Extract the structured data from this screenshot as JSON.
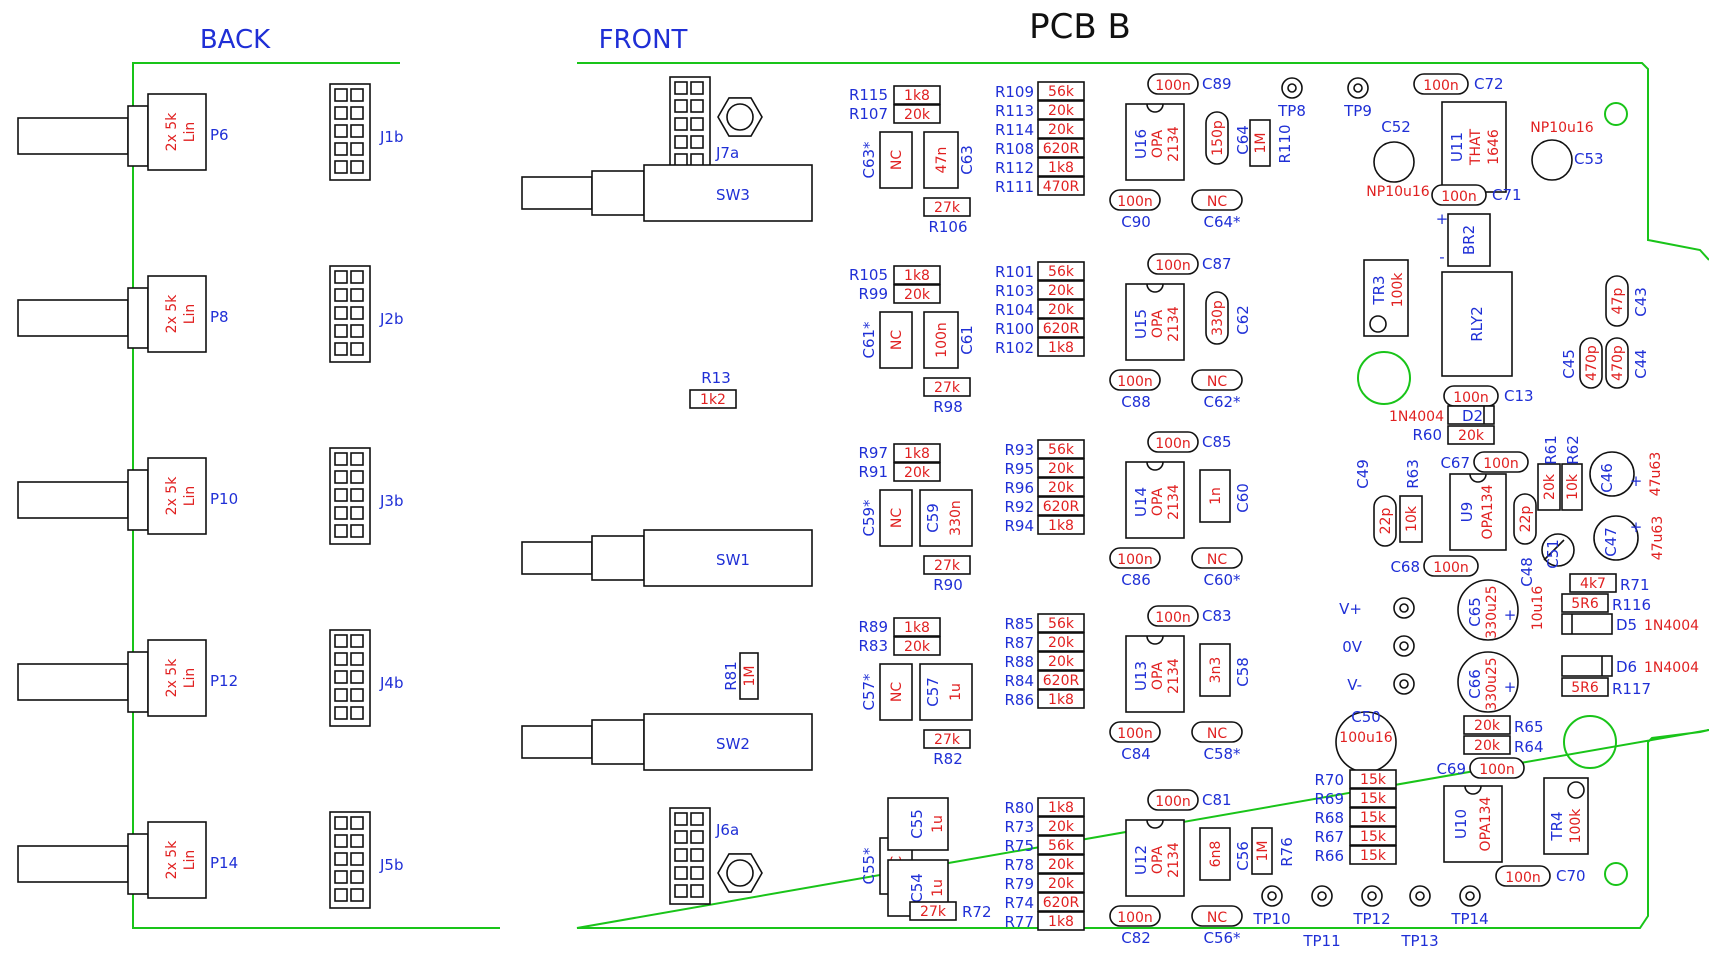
{
  "title": "PCB B",
  "headers": {
    "back": "BACK",
    "front": "FRONT"
  },
  "pots": [
    {
      "ref": "P6",
      "value": "2x 5k",
      "taper": "Lin"
    },
    {
      "ref": "P8",
      "value": "2x 5k",
      "taper": "Lin"
    },
    {
      "ref": "P10",
      "value": "2x 5k",
      "taper": "Lin"
    },
    {
      "ref": "P12",
      "value": "2x 5k",
      "taper": "Lin"
    },
    {
      "ref": "P14",
      "value": "2x 5k",
      "taper": "Lin"
    }
  ],
  "back_headers": [
    "J1b",
    "J2b",
    "J3b",
    "J4b",
    "J5b"
  ],
  "front_headers": [
    "J7a",
    "J6a"
  ],
  "switches": [
    "SW3",
    "SW1",
    "SW2"
  ],
  "loose": [
    {
      "ref": "R13",
      "value": "1k2"
    },
    {
      "ref": "R81",
      "value": "1M"
    }
  ],
  "channels": [
    {
      "pair": [
        {
          "ref": "R115",
          "value": "1k8"
        },
        {
          "ref": "R107",
          "value": "20k"
        }
      ],
      "cap_nc": {
        "ref": "C63*",
        "value": "NC"
      },
      "cap_main": {
        "ref": "C63",
        "value": "47n"
      },
      "r_bottom": {
        "ref": "R106",
        "value": "27k"
      },
      "stack": [
        {
          "ref": "R109",
          "value": "56k"
        },
        {
          "ref": "R113",
          "value": "20k"
        },
        {
          "ref": "R114",
          "value": "20k"
        },
        {
          "ref": "R108",
          "value": "620R"
        },
        {
          "ref": "R112",
          "value": "1k8"
        },
        {
          "ref": "R111",
          "value": "470R"
        }
      ],
      "opamp": {
        "ref": "U16",
        "l1": "OPA",
        "l2": "2134"
      },
      "c_top": {
        "ref": "C89",
        "value": "100n"
      },
      "c_bot": {
        "ref": "C90",
        "value": "100n"
      },
      "c_nc": {
        "ref": "C64*",
        "value": "NC"
      },
      "c_side": {
        "ref": "C64",
        "value": "150p"
      },
      "extra": {
        "ref": "R110",
        "value": "1M"
      }
    },
    {
      "pair": [
        {
          "ref": "R105",
          "value": "1k8"
        },
        {
          "ref": "R99",
          "value": "20k"
        }
      ],
      "cap_nc": {
        "ref": "C61*",
        "value": "NC"
      },
      "cap_main": {
        "ref": "C61",
        "value": "100n"
      },
      "r_bottom": {
        "ref": "R98",
        "value": "27k"
      },
      "stack": [
        {
          "ref": "R101",
          "value": "56k"
        },
        {
          "ref": "R103",
          "value": "20k"
        },
        {
          "ref": "R104",
          "value": "20k"
        },
        {
          "ref": "R100",
          "value": "620R"
        },
        {
          "ref": "R102",
          "value": "1k8"
        }
      ],
      "opamp": {
        "ref": "U15",
        "l1": "OPA",
        "l2": "2134"
      },
      "c_top": {
        "ref": "C87",
        "value": "100n"
      },
      "c_bot": {
        "ref": "C88",
        "value": "100n"
      },
      "c_nc": {
        "ref": "C62*",
        "value": "NC"
      },
      "c_side": {
        "ref": "C62",
        "value": "330p"
      }
    },
    {
      "pair": [
        {
          "ref": "R97",
          "value": "1k8"
        },
        {
          "ref": "R91",
          "value": "20k"
        }
      ],
      "cap_nc": {
        "ref": "C59*",
        "value": "NC"
      },
      "cap_main": {
        "ref": "C59",
        "value": "330n"
      },
      "r_bottom": {
        "ref": "R90",
        "value": "27k"
      },
      "stack": [
        {
          "ref": "R93",
          "value": "56k"
        },
        {
          "ref": "R95",
          "value": "20k"
        },
        {
          "ref": "R96",
          "value": "20k"
        },
        {
          "ref": "R92",
          "value": "620R"
        },
        {
          "ref": "R94",
          "value": "1k8"
        }
      ],
      "opamp": {
        "ref": "U14",
        "l1": "OPA",
        "l2": "2134"
      },
      "c_top": {
        "ref": "C85",
        "value": "100n"
      },
      "c_bot": {
        "ref": "C86",
        "value": "100n"
      },
      "c_nc": {
        "ref": "C60*",
        "value": "NC"
      },
      "c_side": {
        "ref": "C60",
        "value": "1n"
      }
    },
    {
      "pair": [
        {
          "ref": "R89",
          "value": "1k8"
        },
        {
          "ref": "R83",
          "value": "20k"
        }
      ],
      "cap_nc": {
        "ref": "C57*",
        "value": "NC"
      },
      "cap_main": {
        "ref": "C57",
        "value": "1u"
      },
      "r_bottom": {
        "ref": "R82",
        "value": "27k"
      },
      "stack": [
        {
          "ref": "R85",
          "value": "56k"
        },
        {
          "ref": "R87",
          "value": "20k"
        },
        {
          "ref": "R88",
          "value": "20k"
        },
        {
          "ref": "R84",
          "value": "620R"
        },
        {
          "ref": "R86",
          "value": "1k8"
        }
      ],
      "opamp": {
        "ref": "U13",
        "l1": "OPA",
        "l2": "2134"
      },
      "c_top": {
        "ref": "C83",
        "value": "100n"
      },
      "c_bot": {
        "ref": "C84",
        "value": "100n"
      },
      "c_nc": {
        "ref": "C58*",
        "value": "NC"
      },
      "c_side": {
        "ref": "C58",
        "value": "3n3"
      }
    },
    {
      "cap_nc": {
        "ref": "C55*",
        "value": "NC"
      },
      "cap_main": {
        "ref": "C55",
        "value": "1u"
      },
      "cap_main2": {
        "ref": "C54",
        "value": "1u"
      },
      "r_bottom": {
        "ref": "R72",
        "value": "27k"
      },
      "stack": [
        {
          "ref": "R80",
          "value": "1k8"
        },
        {
          "ref": "R73",
          "value": "20k"
        },
        {
          "ref": "R75",
          "value": "56k"
        },
        {
          "ref": "R78",
          "value": "20k"
        },
        {
          "ref": "R79",
          "value": "20k"
        },
        {
          "ref": "R74",
          "value": "620R"
        },
        {
          "ref": "R77",
          "value": "1k8"
        }
      ],
      "opamp": {
        "ref": "U12",
        "l1": "OPA",
        "l2": "2134"
      },
      "c_top": {
        "ref": "C81",
        "value": "100n"
      },
      "c_bot": {
        "ref": "C82",
        "value": "100n"
      },
      "c_nc": {
        "ref": "C56*",
        "value": "NC"
      },
      "c_side": {
        "ref": "C56",
        "value": "6n8"
      },
      "extra": {
        "ref": "R76",
        "value": "1M"
      }
    }
  ],
  "right": {
    "tp8": "TP8",
    "tp9": "TP9",
    "c72": {
      "ref": "C72",
      "value": "100n"
    },
    "c71": {
      "ref": "C71",
      "value": "100n"
    },
    "u11": {
      "ref": "U11",
      "l1": "THAT",
      "l2": "1646"
    },
    "c52": {
      "ref": "C52",
      "value": "NP10u16"
    },
    "c53": {
      "ref": "C53",
      "value": "NP10u16"
    },
    "br2": "BR2",
    "tr3": {
      "ref": "TR3",
      "value": "100k"
    },
    "rly2": "RLY2",
    "c13": {
      "ref": "C13",
      "value": "100n"
    },
    "c43": {
      "ref": "C43",
      "value": "47p"
    },
    "c44": {
      "ref": "C44",
      "value": "470p"
    },
    "c45": {
      "ref": "C45",
      "value": "470p"
    },
    "d2": {
      "ref": "D2",
      "value": "1N4004"
    },
    "r60": {
      "ref": "R60",
      "value": "20k"
    },
    "r61": {
      "ref": "R61",
      "value": "20k"
    },
    "r62": {
      "ref": "R62",
      "value": "10k"
    },
    "c46": {
      "ref": "C46",
      "value": "47u63"
    },
    "c47": {
      "ref": "C47",
      "value": "47u63"
    },
    "c49": {
      "ref": "C49",
      "value": "22p"
    },
    "r63": {
      "ref": "R63",
      "value": "10k"
    },
    "c67": {
      "ref": "C67",
      "value": "100n"
    },
    "u9": {
      "ref": "U9",
      "l1": "OPA134"
    },
    "c48": {
      "ref": "C48",
      "value": "22p"
    },
    "c68": {
      "ref": "C68",
      "value": "100n"
    },
    "c51": {
      "ref": "C51",
      "value": "10u16"
    },
    "r71": {
      "ref": "R71",
      "value": "4k7"
    },
    "r116": {
      "ref": "R116",
      "value": "5R6"
    },
    "d5": {
      "ref": "D5",
      "value": "1N4004"
    },
    "d6": {
      "ref": "D6",
      "value": "1N4004"
    },
    "r117": {
      "ref": "R117",
      "value": "5R6"
    },
    "vplus": "V+",
    "zero": "0V",
    "vminus": "V-",
    "c65": {
      "ref": "C65",
      "value": "330u25"
    },
    "c66": {
      "ref": "C66",
      "value": "330u25"
    },
    "c50": {
      "ref": "C50",
      "value": "100u16"
    },
    "r65": {
      "ref": "R65",
      "value": "20k"
    },
    "r64": {
      "ref": "R64",
      "value": "20k"
    },
    "c69": {
      "ref": "C69",
      "value": "100n"
    },
    "u10": {
      "ref": "U10",
      "l1": "OPA134"
    },
    "tr4": {
      "ref": "TR4",
      "value": "100k"
    },
    "c70": {
      "ref": "C70",
      "value": "100n"
    },
    "rstack": [
      {
        "ref": "R70",
        "value": "15k"
      },
      {
        "ref": "R69",
        "value": "15k"
      },
      {
        "ref": "R68",
        "value": "15k"
      },
      {
        "ref": "R67",
        "value": "15k"
      },
      {
        "ref": "R66",
        "value": "15k"
      }
    ],
    "tps": [
      "TP10",
      "TP11",
      "TP12",
      "TP13",
      "TP14"
    ]
  }
}
